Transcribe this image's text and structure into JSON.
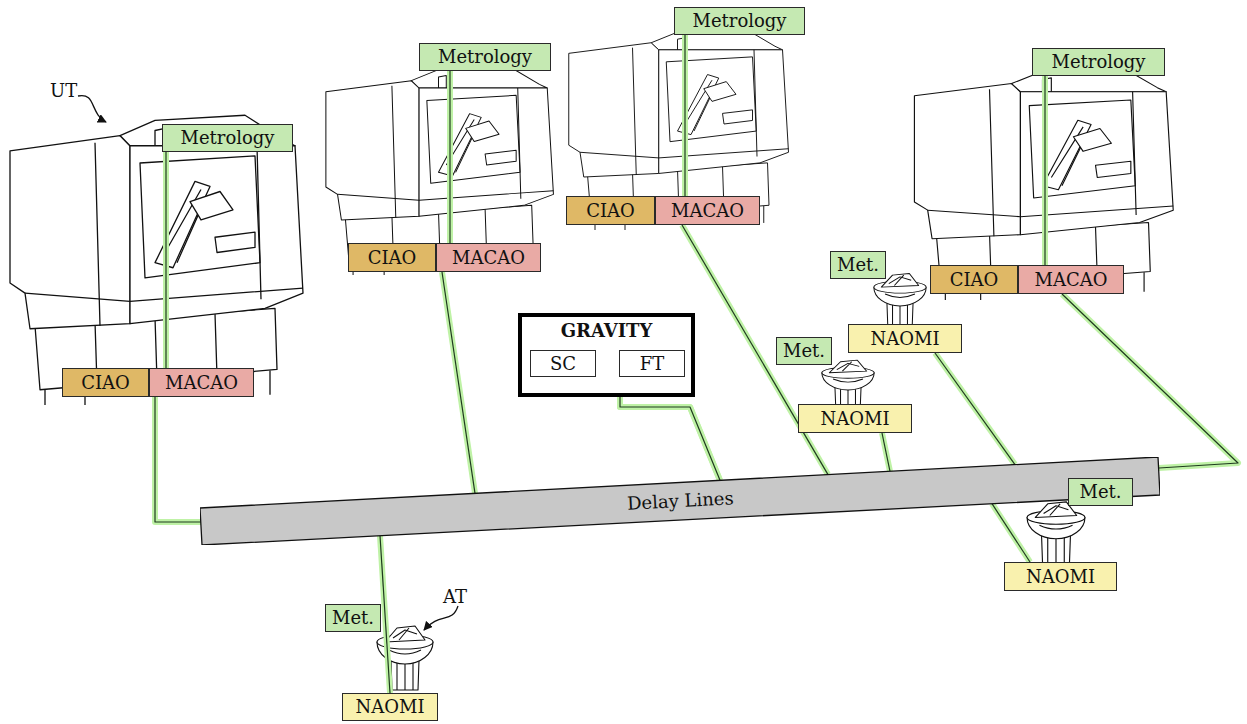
{
  "diagram": {
    "nodes": [
      {
        "text": [
          "Metrology"
        ]
      },
      {
        "text": [
          "CIAO"
        ]
      },
      {
        "text": [
          "MACAO"
        ]
      },
      {
        "text": [
          "Metrology"
        ]
      },
      {
        "text": [
          "CIAO"
        ]
      },
      {
        "text": [
          "MACAO"
        ]
      },
      {
        "text": [
          "Metrology"
        ]
      },
      {
        "text": [
          "CIAO"
        ]
      },
      {
        "text": [
          "MACAO"
        ]
      },
      {
        "text": [
          "Metrology"
        ]
      },
      {
        "text": [
          "CIAO"
        ]
      },
      {
        "text": [
          "MACAO"
        ]
      },
      {
        "text": [
          "GRAVITY"
        ]
      },
      {
        "text": [
          "SC"
        ],
        "in": 12
      },
      {
        "text": [
          "FT"
        ],
        "in": 12
      },
      {
        "text": [
          "Delay Lines"
        ]
      },
      {
        "text": [
          "Met."
        ]
      },
      {
        "text": [
          "NAOMI"
        ]
      },
      {
        "text": [
          "Met."
        ]
      },
      {
        "text": [
          "NAOMI"
        ]
      },
      {
        "text": [
          "Met."
        ]
      },
      {
        "text": [
          "NAOMI"
        ]
      },
      {
        "text": [
          "Met."
        ]
      },
      {
        "text": [
          "NAOMI"
        ]
      }
    ],
    "edges": [
      {
        "from": 0,
        "to": 2,
        "arrow": "none"
      },
      {
        "from": 2,
        "to": 15,
        "arrow": "none"
      },
      {
        "from": 3,
        "to": 5,
        "arrow": "none"
      },
      {
        "from": 5,
        "to": 15,
        "arrow": "none"
      },
      {
        "from": 6,
        "to": 8,
        "arrow": "none"
      },
      {
        "from": 8,
        "to": 15,
        "arrow": "none"
      },
      {
        "from": 9,
        "to": 11,
        "arrow": "none"
      },
      {
        "from": 11,
        "to": 15,
        "arrow": "none"
      },
      {
        "from": 17,
        "to": 15,
        "arrow": "none"
      },
      {
        "from": 19,
        "to": 15,
        "arrow": "none"
      },
      {
        "from": 21,
        "to": 15,
        "arrow": "none"
      },
      {
        "from": 23,
        "to": 15,
        "arrow": "none"
      },
      {
        "from": 15,
        "to": 13,
        "arrow": "none"
      },
      {
        "from": 15,
        "to": 14,
        "arrow": "none"
      }
    ],
    "labels": [
      "UT",
      "AT"
    ]
  }
}
